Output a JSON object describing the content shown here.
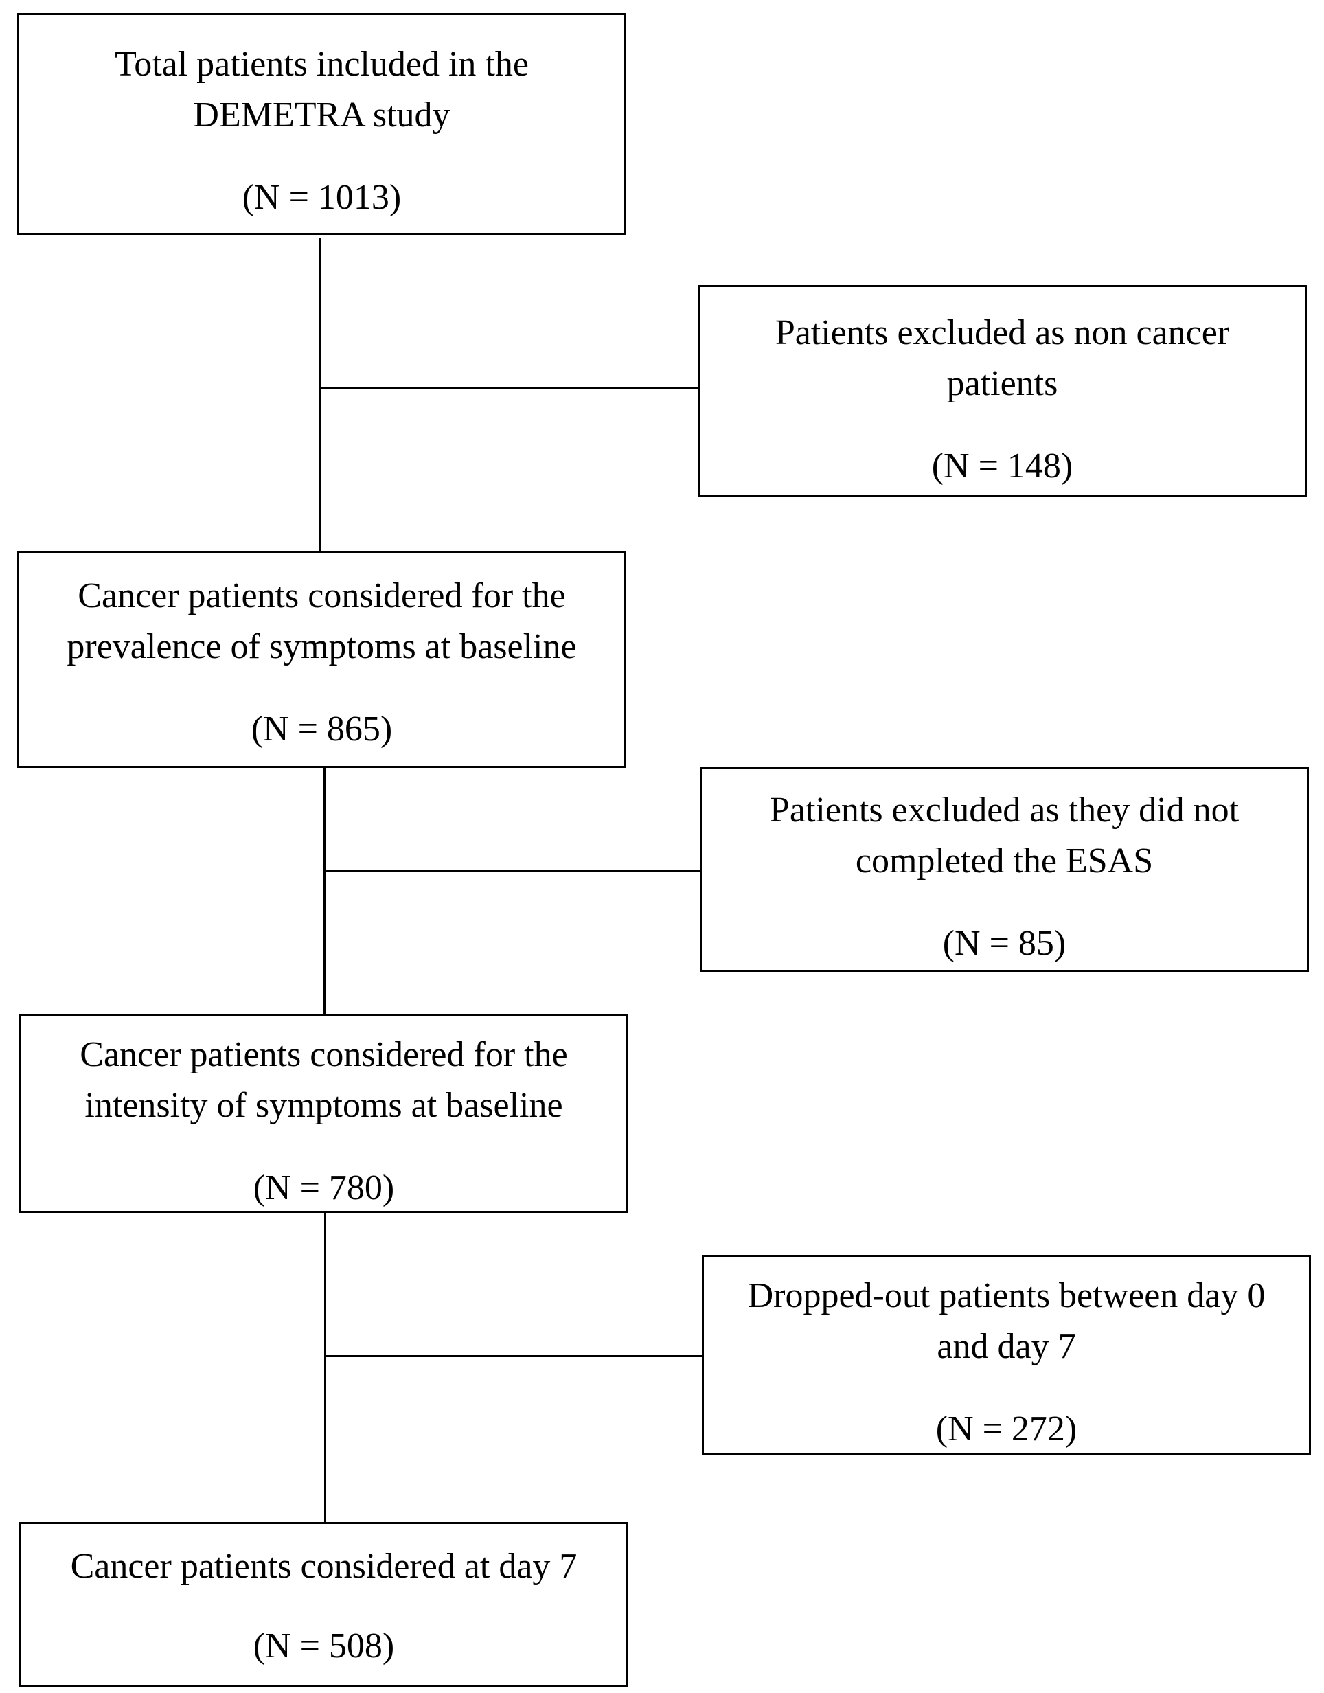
{
  "flowchart": {
    "nodes": [
      {
        "id": "total",
        "line1": "Total patients included in the",
        "line2": "DEMETRA study",
        "count": "(N = 1013)"
      },
      {
        "id": "excl_noncancer",
        "line1": "Patients excluded as non cancer",
        "line2": "patients",
        "count": "(N = 148)"
      },
      {
        "id": "prevalence",
        "line1": "Cancer patients considered for the",
        "line2": "prevalence of symptoms at baseline",
        "count": "(N = 865)"
      },
      {
        "id": "excl_esas",
        "line1": "Patients excluded as they did not",
        "line2": "completed the ESAS",
        "count": "(N = 85)"
      },
      {
        "id": "intensity",
        "line1": "Cancer patients considered for the",
        "line2": "intensity of symptoms at baseline",
        "count": "(N = 780)"
      },
      {
        "id": "dropout",
        "line1": "Dropped-out patients between day 0",
        "line2": "and day 7",
        "count": "(N = 272)"
      },
      {
        "id": "day7",
        "line1": "Cancer patients considered at day 7",
        "count": "(N = 508)"
      }
    ],
    "edges": [
      {
        "from": "total",
        "to": "prevalence"
      },
      {
        "from": "total",
        "to": "excl_noncancer"
      },
      {
        "from": "prevalence",
        "to": "intensity"
      },
      {
        "from": "prevalence",
        "to": "excl_esas"
      },
      {
        "from": "intensity",
        "to": "day7"
      },
      {
        "from": "intensity",
        "to": "dropout"
      }
    ]
  }
}
